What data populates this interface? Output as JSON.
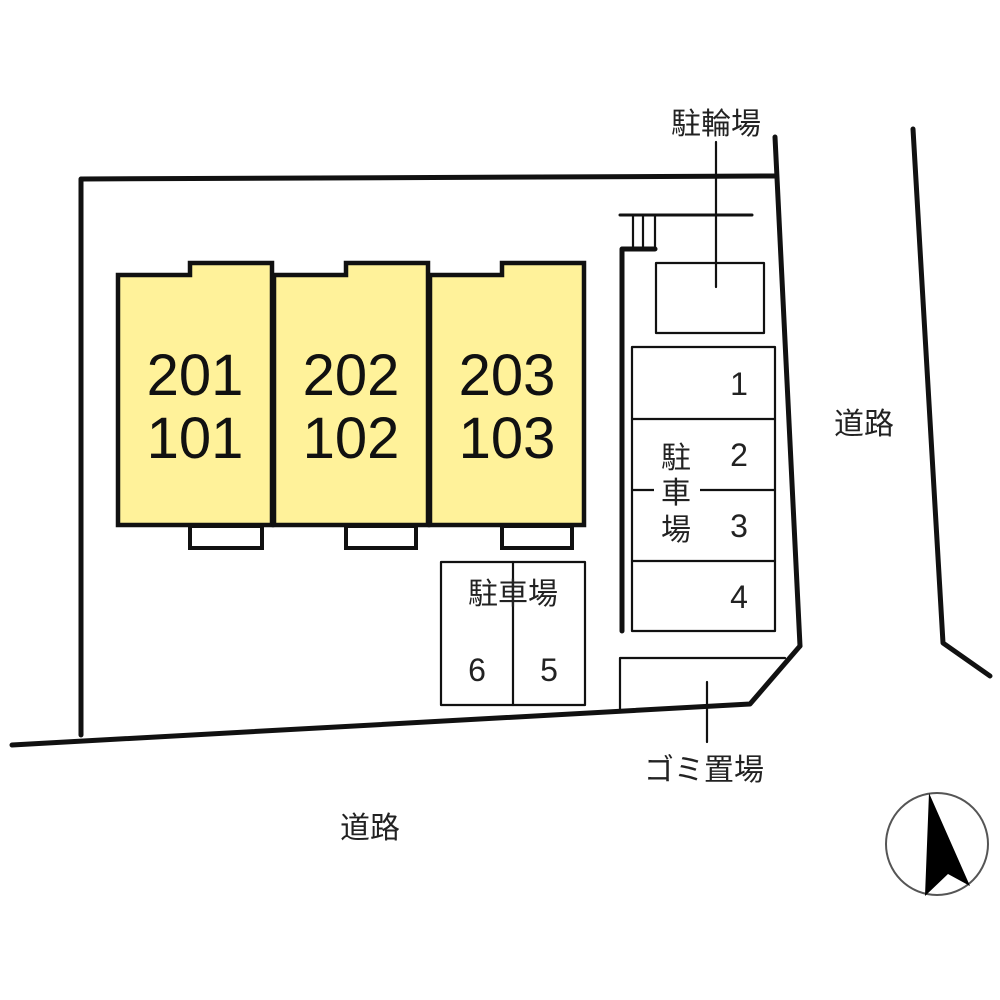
{
  "diagram": {
    "type": "site-plan",
    "units": [
      {
        "upper": "201",
        "lower": "101"
      },
      {
        "upper": "202",
        "lower": "102"
      },
      {
        "upper": "203",
        "lower": "103"
      }
    ],
    "unit_fill_color": "#fff29a",
    "labels": {
      "bicycle_parking": "駐輪場",
      "parking_vertical": [
        "駐",
        "車",
        "場"
      ],
      "parking_small": "駐車場",
      "garbage": "ゴミ置場",
      "road_east": "道路",
      "road_south": "道路"
    },
    "parking_slots_east": [
      "1",
      "2",
      "3",
      "4"
    ],
    "parking_slots_south": [
      "6",
      "5"
    ],
    "compass": "north-arrow-icon"
  }
}
